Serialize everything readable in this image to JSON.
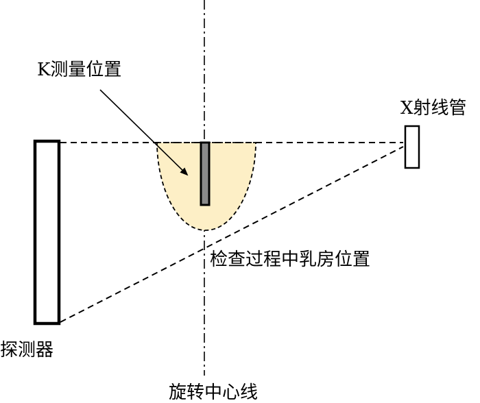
{
  "labels": {
    "k_position": "K测量位置",
    "xray_tube": "X射线管",
    "breast_position": "检查过程中乳房位置",
    "detector": "探测器",
    "rotation_axis": "旋转中心线"
  },
  "colors": {
    "breast_fill": "#fdefc6",
    "line": "#000000",
    "sensor_fill": "#8a8a8a",
    "background": "#ffffff"
  }
}
